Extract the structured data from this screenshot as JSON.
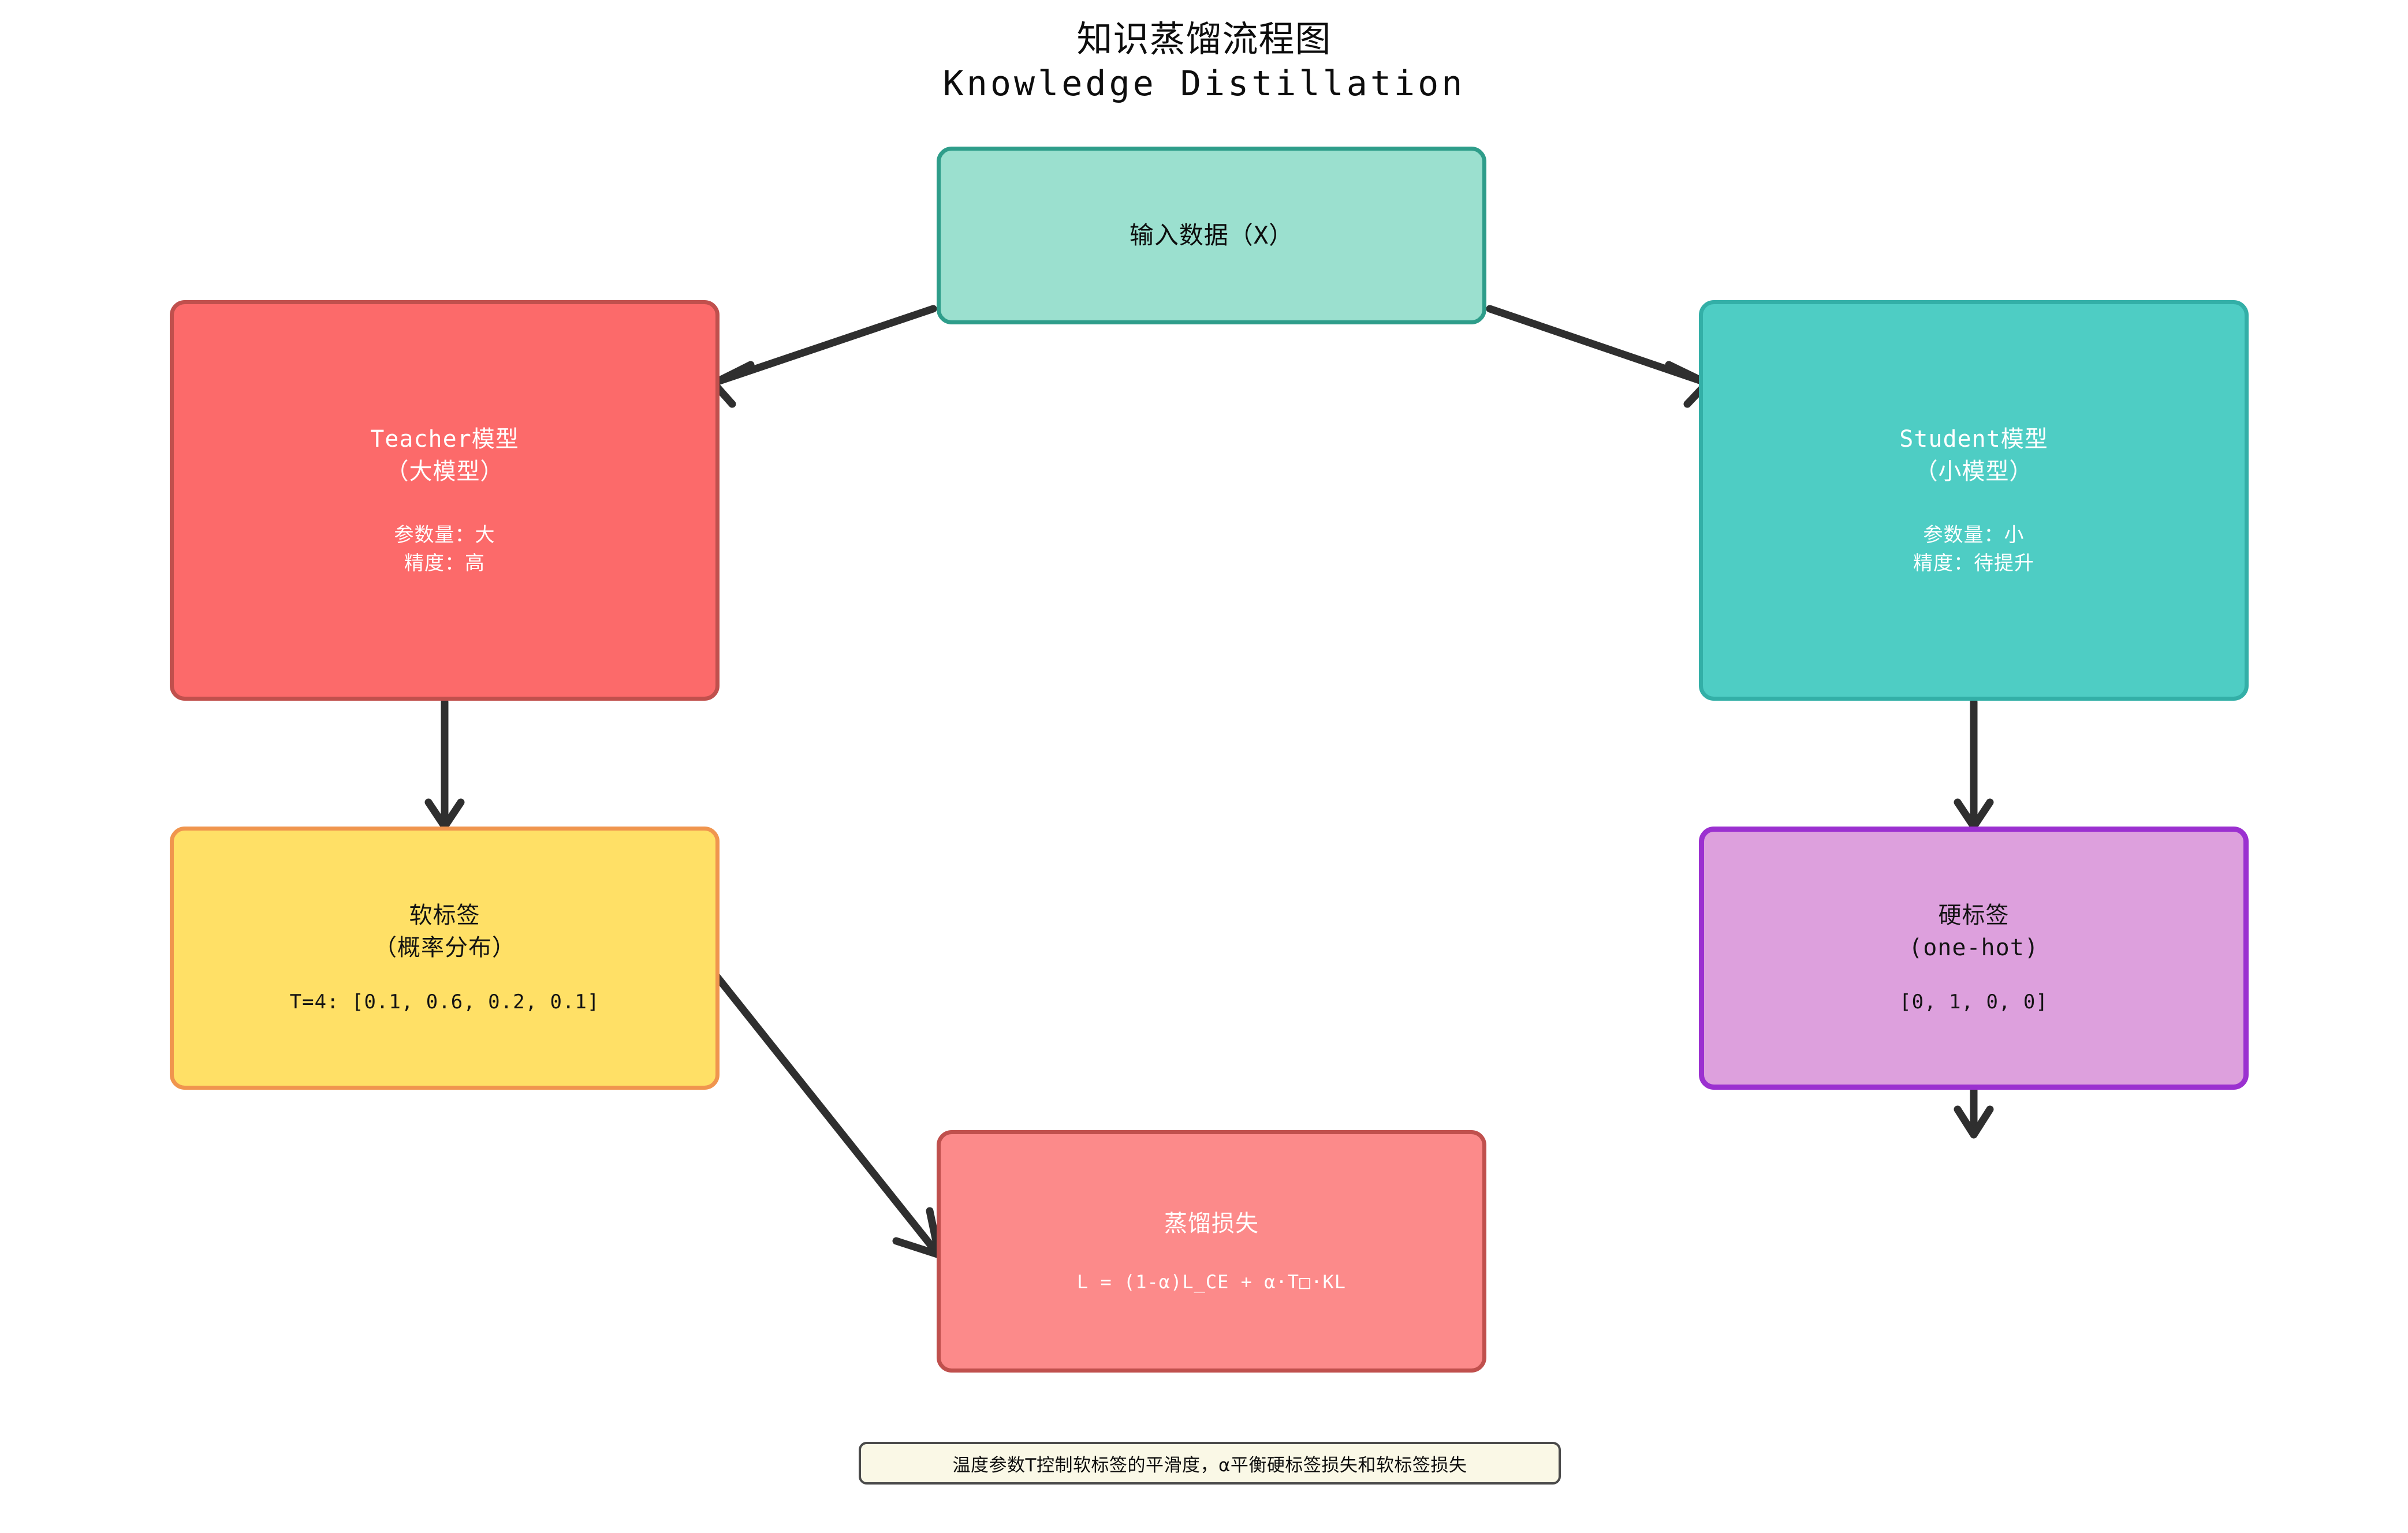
{
  "title": {
    "cn": "知识蒸馏流程图",
    "en": "Knowledge Distillation"
  },
  "nodes": {
    "input": {
      "label": "输入数据（X）",
      "fill": "#9BE0CF",
      "stroke": "#2E9D8A"
    },
    "teacher": {
      "label": "Teacher模型\n（大模型）",
      "detail": "参数量：大\n精度：高",
      "fill": "#FC6A6A",
      "stroke": "#C0504D"
    },
    "student": {
      "label": "Student模型\n（小模型）",
      "detail": "参数量：小\n精度：待提升",
      "fill": "#4ECDC4",
      "stroke": "#33AFA7"
    },
    "soft_labels": {
      "label": "软标签\n（概率分布）",
      "detail": "T=4: [0.1, 0.6, 0.2, 0.1]",
      "fill": "#FFE066",
      "stroke": "#F0954E"
    },
    "hard_labels": {
      "label": "硬标签\n(one-hot)",
      "detail": "[0, 1, 0, 0]",
      "fill": "#DDA0DD",
      "stroke": "#9B30D0"
    },
    "loss": {
      "label": "蒸馏损失",
      "detail": "L = (1-α)L_CE + α·T□·KL",
      "fill": "#FC8A8A",
      "stroke": "#C0504D"
    }
  },
  "footer": {
    "note": "温度参数T控制软标签的平滑度，α平衡硬标签损失和软标签损失",
    "fill": "#FAF8E6",
    "stroke": "#4A4A4A"
  },
  "edges": [
    {
      "from": "input",
      "to": "teacher"
    },
    {
      "from": "input",
      "to": "student"
    },
    {
      "from": "teacher",
      "to": "soft_labels"
    },
    {
      "from": "student",
      "to": "hard_labels"
    },
    {
      "from": "soft_labels",
      "to": "loss"
    },
    {
      "from": "hard_labels",
      "to": "dangling"
    }
  ],
  "edge_color": "#2F2F2F"
}
